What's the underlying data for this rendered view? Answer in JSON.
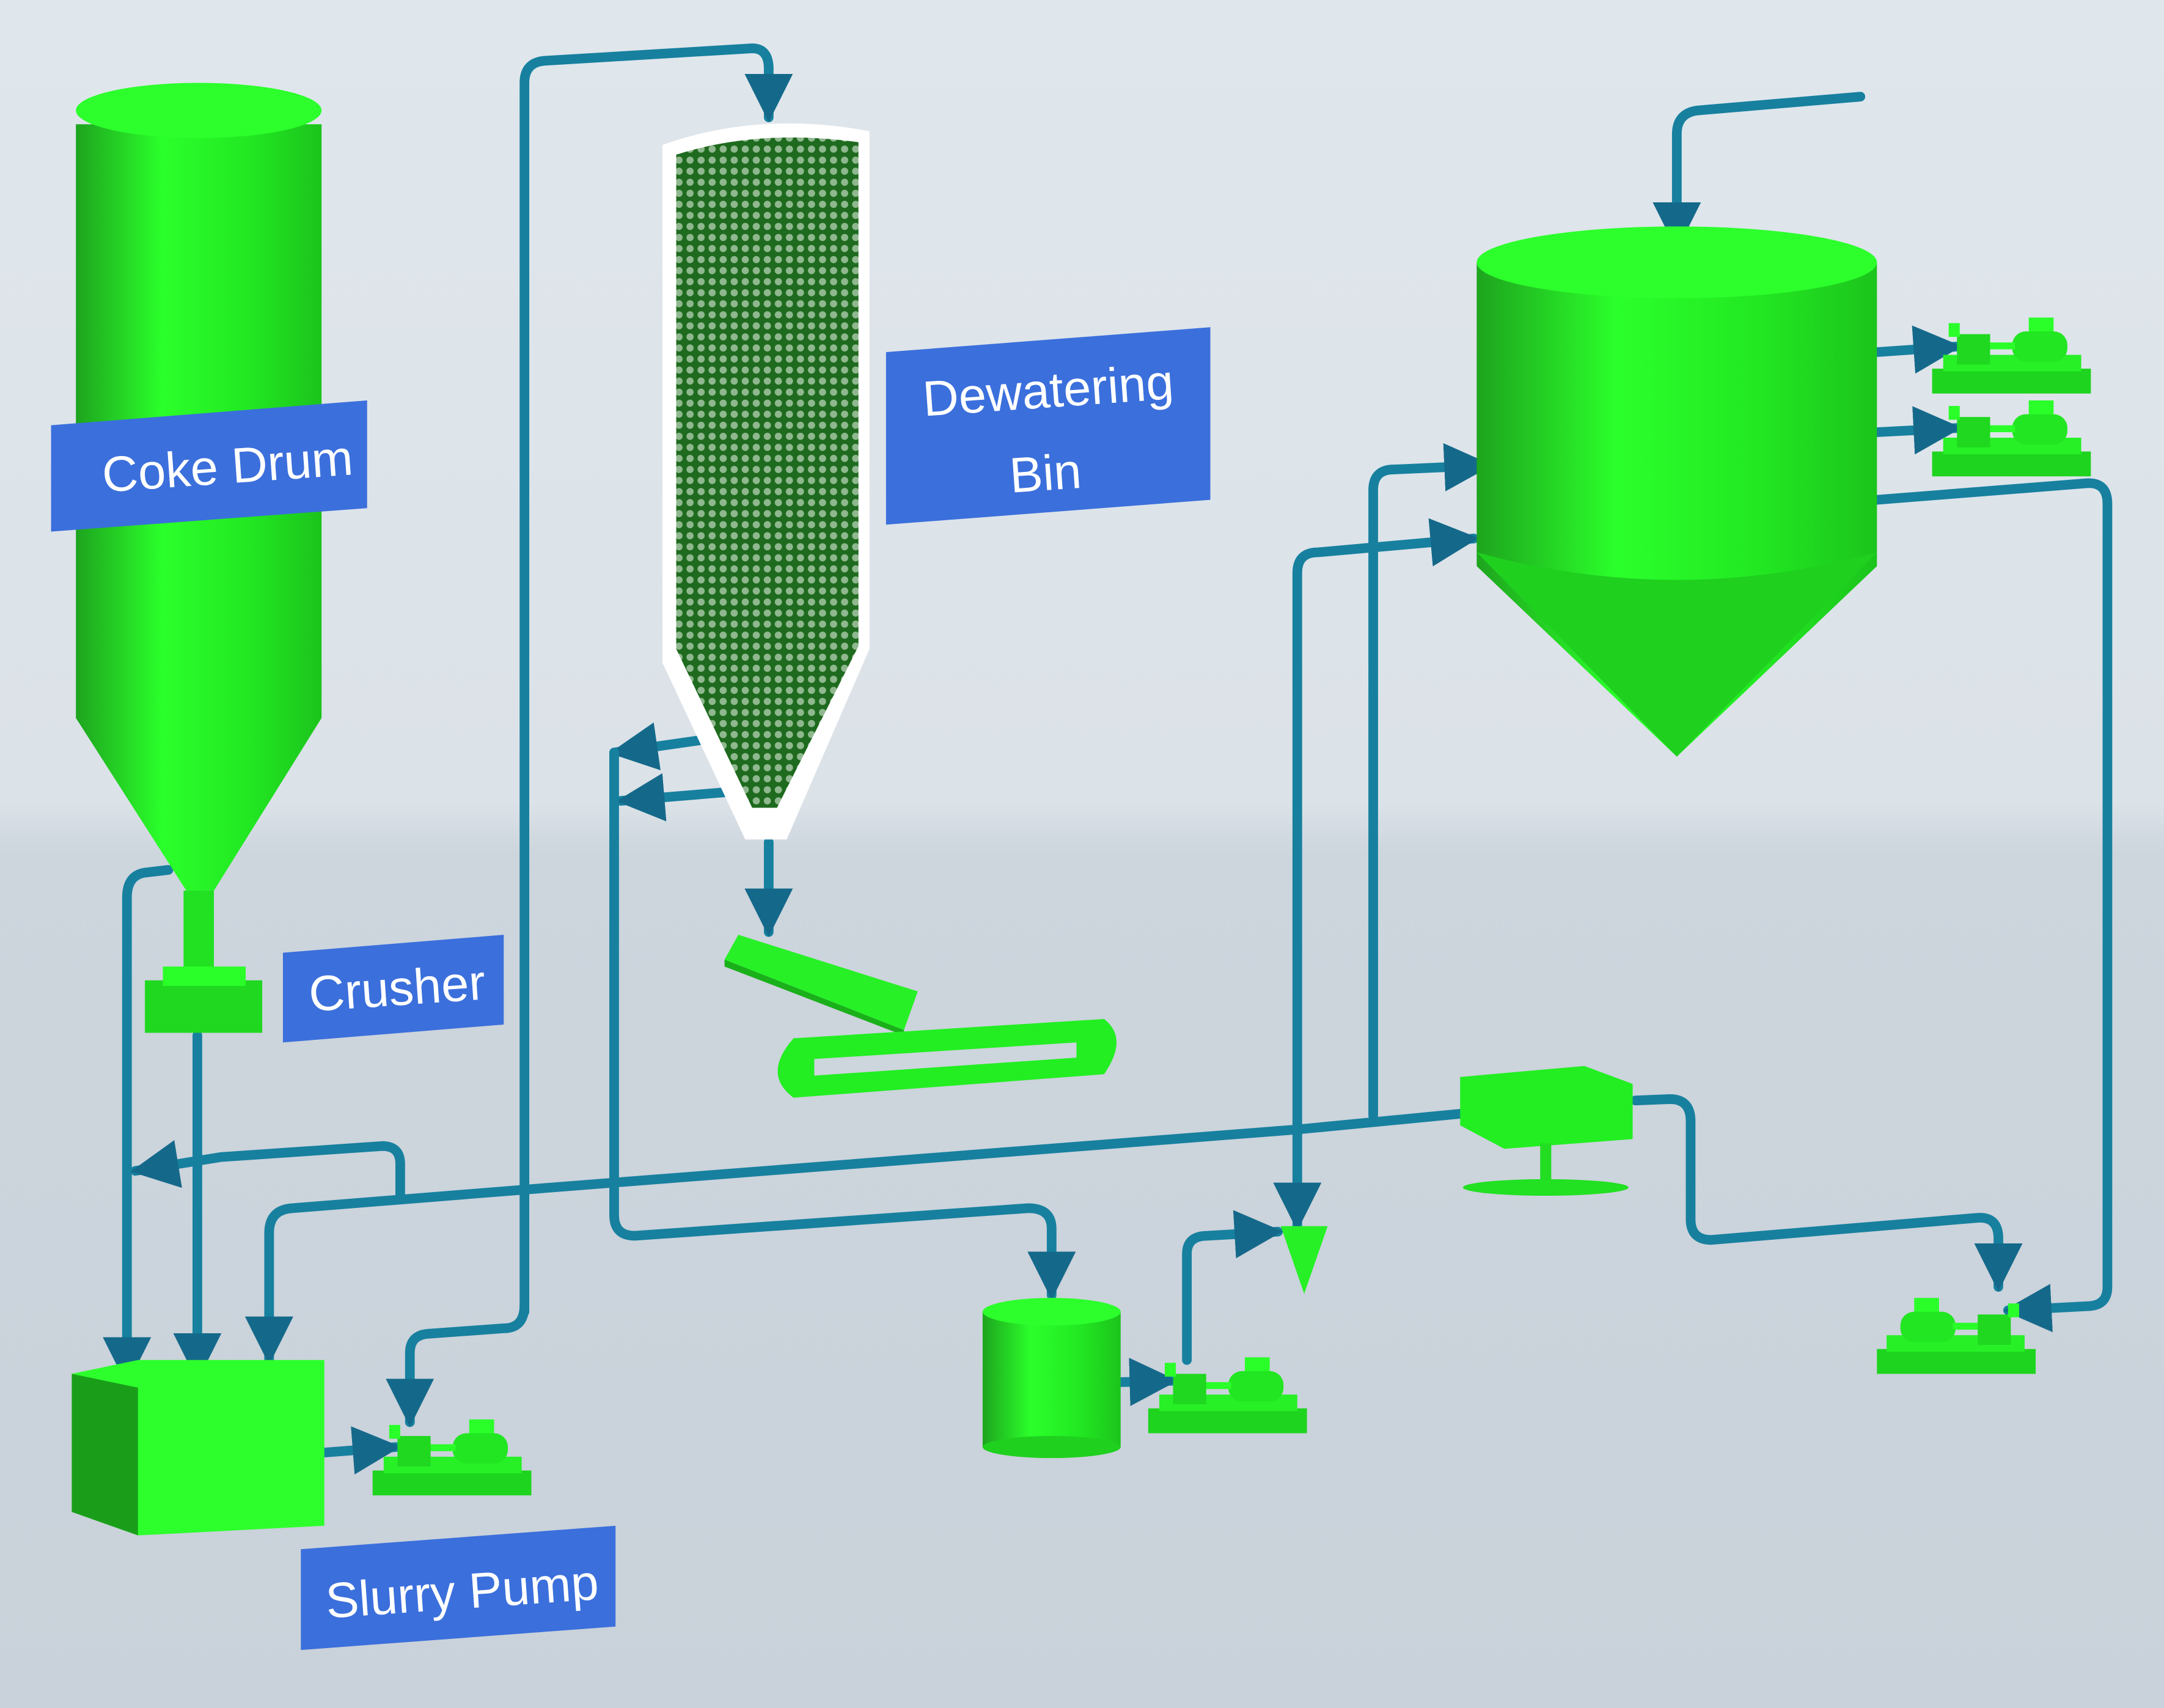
{
  "labels": {
    "coke_drum": "Coke Drum",
    "dewatering_line1": "Dewatering",
    "dewatering_line2": "Bin",
    "crusher": "Crusher",
    "slurry_pump": "Slurry Pump"
  },
  "colors": {
    "equipment": "#22ee22",
    "pipe": "#17809f",
    "label_background": "#3b6fdc",
    "label_text": "#ffffff"
  }
}
